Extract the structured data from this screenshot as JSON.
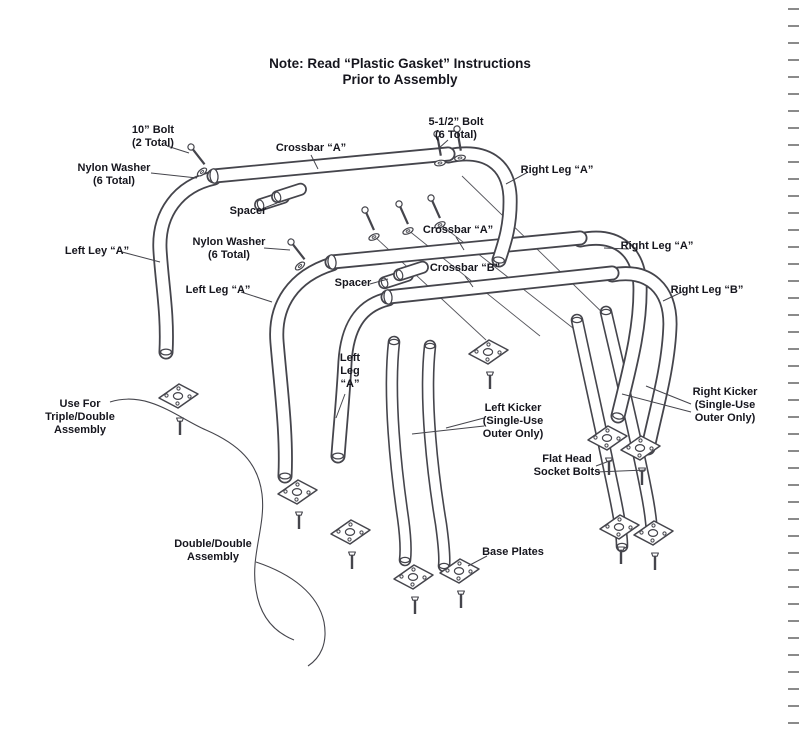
{
  "title": "Note: Read “Plastic Gasket” Instructions\nPrior to Assembly",
  "labels": {
    "bolt_10": "10” Bolt\n(2 Total)",
    "bolt_5_5": "5-1/2” Bolt\n(6 Total)",
    "nylon_washer_top": "Nylon Washer\n(6 Total)",
    "nylon_washer_mid": "Nylon Washer\n(6 Total)",
    "crossbar_a_top": "Crossbar “A”",
    "crossbar_a_mid": "Crossbar “A”",
    "crossbar_b": "Crossbar “B”",
    "right_leg_a_top": "Right Leg “A”",
    "right_leg_a_mid": "Right Leg “A”",
    "right_leg_b": "Right Leg “B”",
    "left_ley_a": "Left Ley “A”",
    "left_leg_a_mid": "Left Leg “A”",
    "left_leg_a_center": "Left\nLeg\n“A”",
    "spacer_top": "Spacer",
    "spacer_mid": "Spacer",
    "use_for_triple": "Use For\nTriple/Double\nAssembly",
    "double_double": "Double/Double\nAssembly",
    "left_kicker": "Left Kicker\n(Single-Use\nOuter Only)",
    "right_kicker": "Right Kicker\n(Single-Use\nOuter Only)",
    "flat_head_bolts": "Flat Head\nSocket Bolts",
    "base_plates": "Base Plates"
  },
  "colors": {
    "line_art": "#45454c",
    "text": "#16161e",
    "perforation": "#8a8a8a",
    "background": "#ffffff"
  }
}
